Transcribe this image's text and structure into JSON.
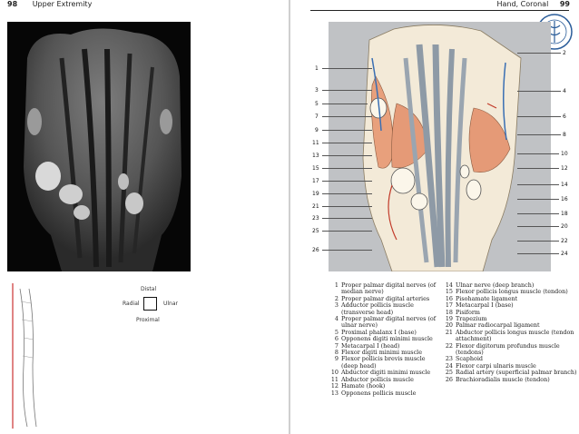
{
  "left_header": {
    "page_number": "98",
    "title": "Upper Extremity"
  },
  "right_header": {
    "title": "Hand, Coronal",
    "page_number": "99"
  },
  "orientation": {
    "distal": "Distal",
    "radial": "Radial",
    "ulnar": "Ulnar",
    "proximal": "Proximal"
  },
  "callout_numbers": [
    "1",
    "2",
    "3",
    "4",
    "5",
    "6",
    "7",
    "8",
    "9",
    "10",
    "11",
    "12",
    "13",
    "14",
    "15",
    "16",
    "17",
    "18",
    "19",
    "20",
    "21",
    "22",
    "23",
    "24",
    "25",
    "26"
  ],
  "legend": [
    {
      "num": "1",
      "text": "Proper palmar digital nerves (of median nerve)"
    },
    {
      "num": "2",
      "text": "Proper palmar digital arteries"
    },
    {
      "num": "3",
      "text": "Adductor pollicis muscle (transverse head)"
    },
    {
      "num": "4",
      "text": "Proper palmar digital nerves (of ulnar nerve)"
    },
    {
      "num": "5",
      "text": "Proximal phalanx I (base)"
    },
    {
      "num": "6",
      "text": "Opponens digiti minimi muscle"
    },
    {
      "num": "7",
      "text": "Metacarpal I (head)"
    },
    {
      "num": "8",
      "text": "Flexor digiti minimi muscle"
    },
    {
      "num": "9",
      "text": "Flexor pollicis brevis muscle (deep head)"
    },
    {
      "num": "10",
      "text": "Abductor digiti minimi muscle"
    },
    {
      "num": "11",
      "text": "Abductor pollicis muscle"
    },
    {
      "num": "12",
      "text": "Hamate (hook)"
    },
    {
      "num": "13",
      "text": "Opponens pollicis muscle"
    },
    {
      "num": "14",
      "text": "Ulnar nerve (deep branch)"
    },
    {
      "num": "15",
      "text": "Flexor pollicis longus muscle (tendon)"
    },
    {
      "num": "16",
      "text": "Pisohamate ligament"
    },
    {
      "num": "17",
      "text": "Metacarpal I (base)"
    },
    {
      "num": "18",
      "text": "Pisiform"
    },
    {
      "num": "19",
      "text": "Trapezium"
    },
    {
      "num": "20",
      "text": "Palmar radiocarpal ligament"
    },
    {
      "num": "21",
      "text": "Abductor pollicis longus muscle (tendon attachment)"
    },
    {
      "num": "22",
      "text": "Flexor digitorum profundus muscle (tendons)"
    },
    {
      "num": "23",
      "text": "Scaphoid"
    },
    {
      "num": "24",
      "text": "Flexor carpi ulnaris muscle"
    },
    {
      "num": "25",
      "text": "Radial artery (superficial palmar branch)"
    },
    {
      "num": "26",
      "text": "Brachioradialis muscle (tendon)"
    }
  ]
}
